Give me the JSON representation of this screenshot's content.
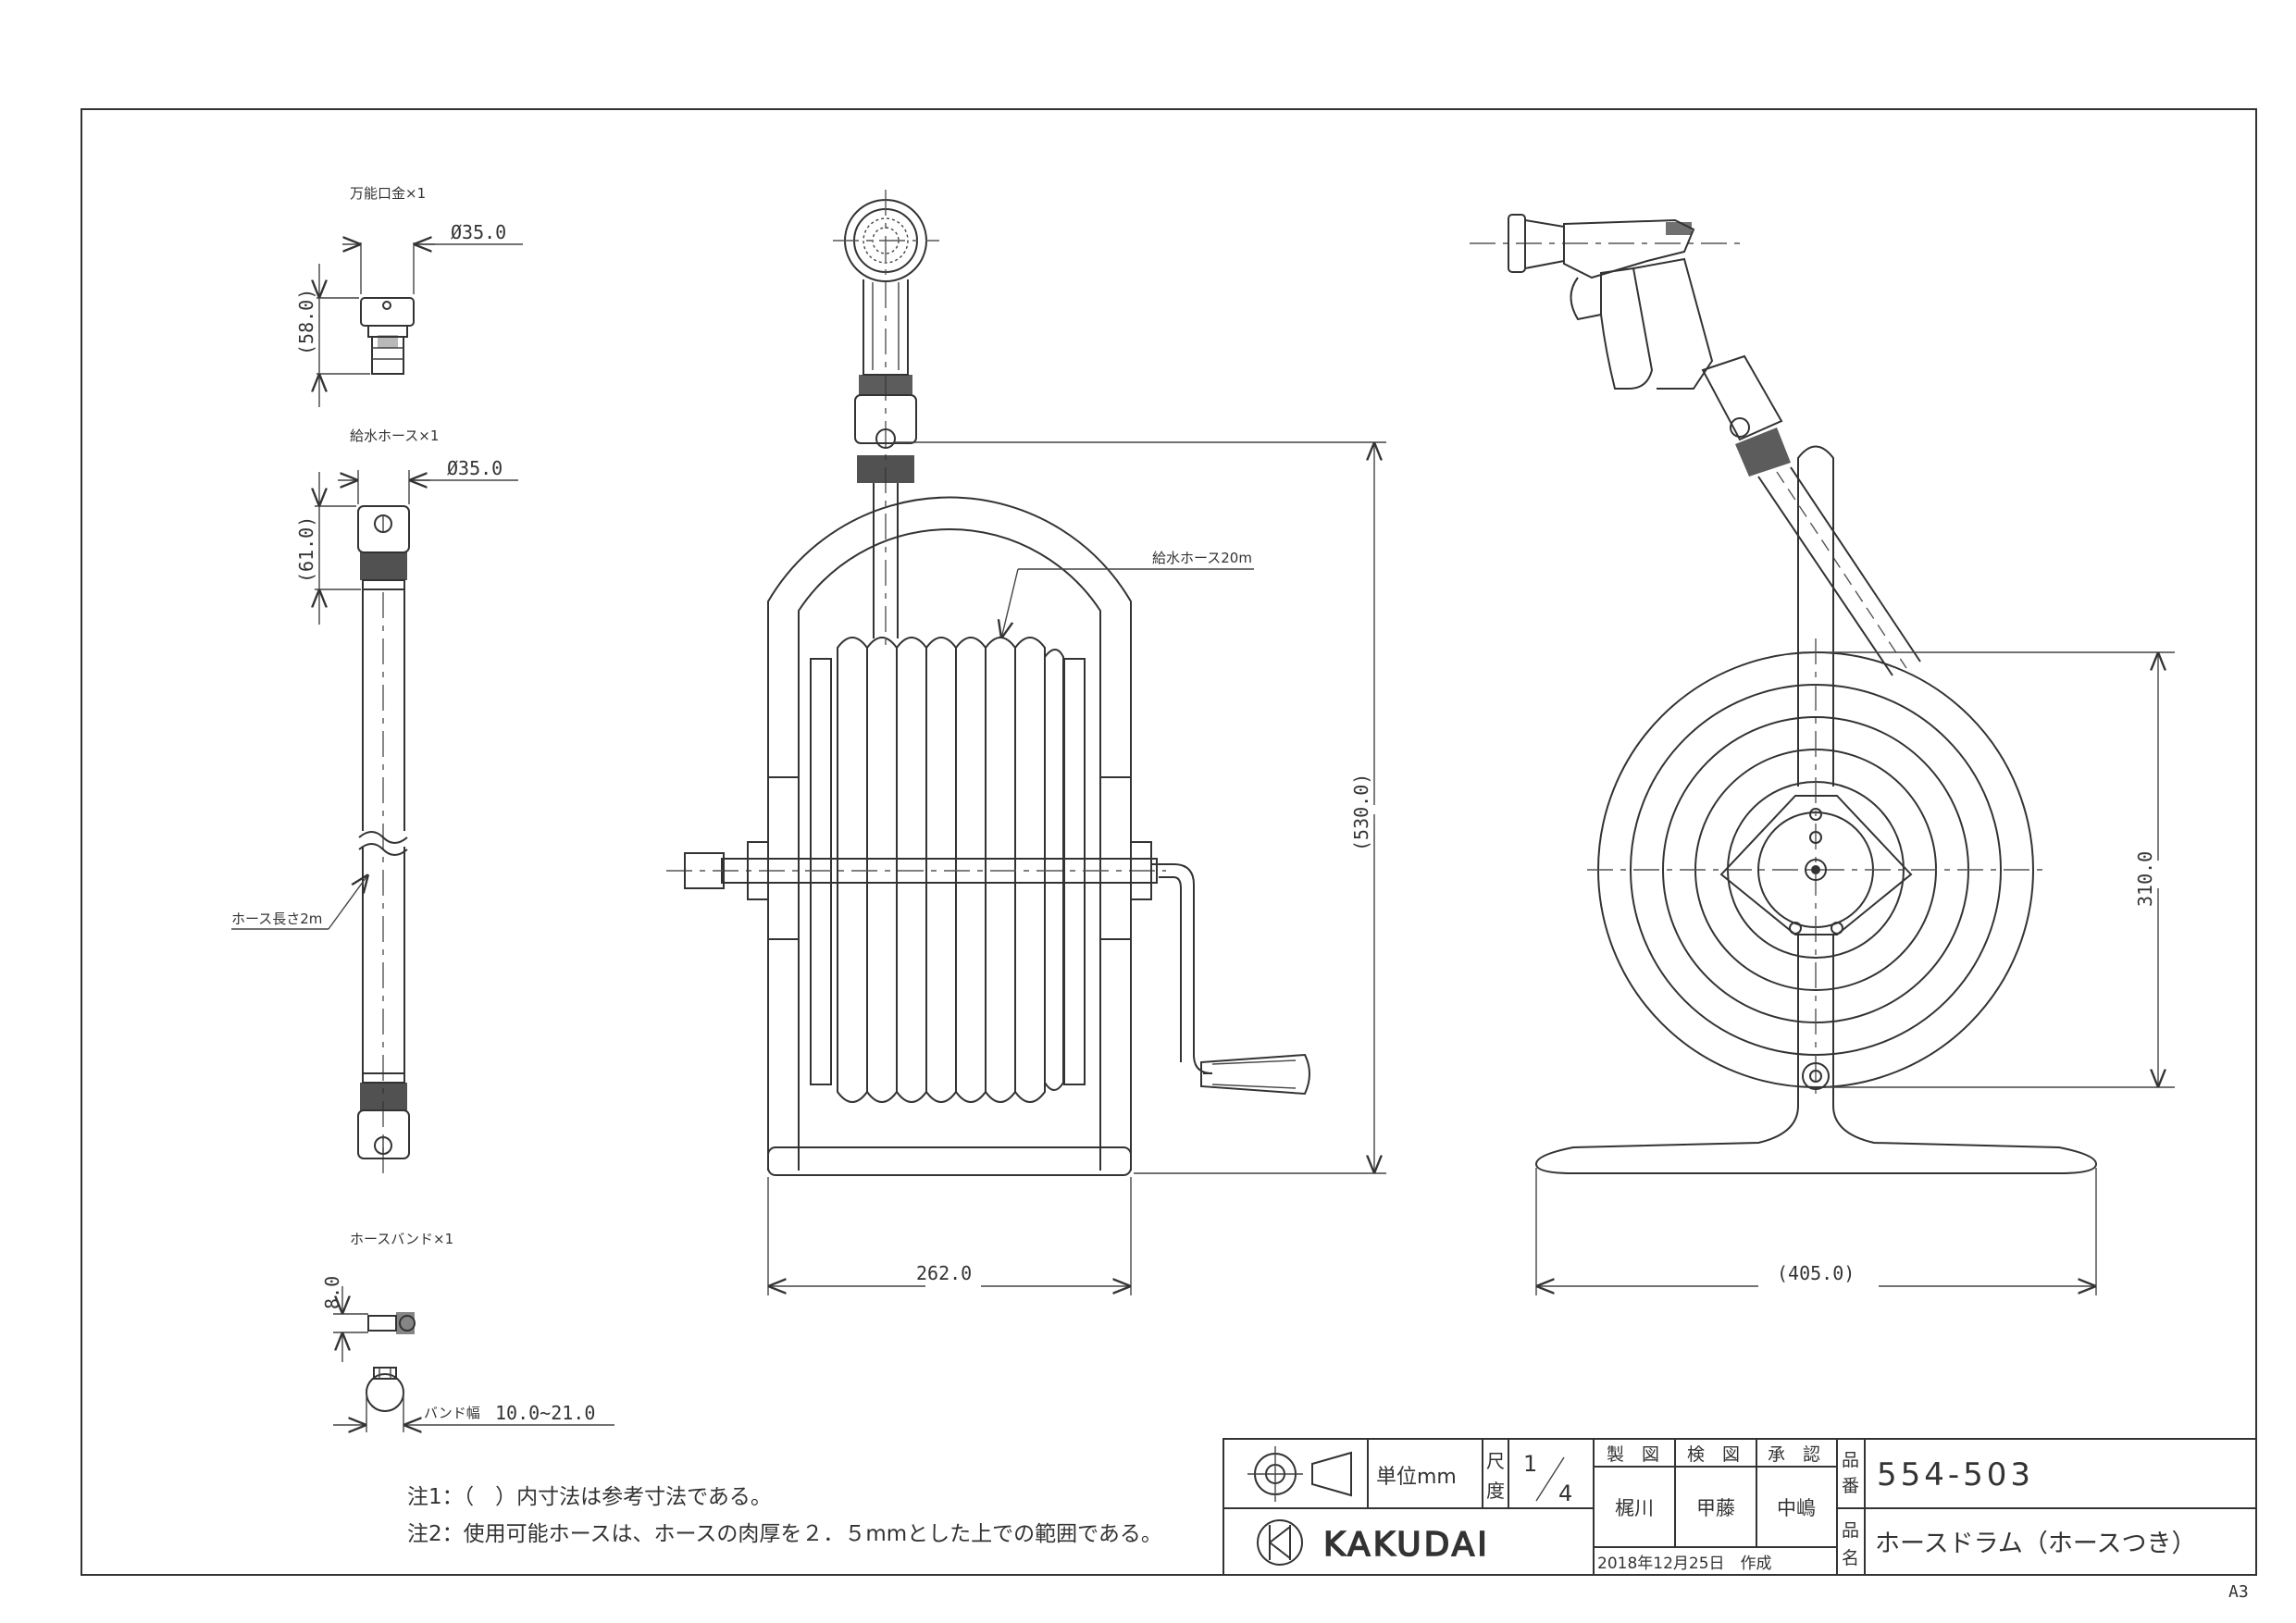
{
  "parts": {
    "fitting": {
      "title": "万能口金×1",
      "diameter": "Ø35.0",
      "height": "(58.0)"
    },
    "hose": {
      "title": "給水ホース×1",
      "diameter": "Ø35.0",
      "height": "(61.0)",
      "length_label": "ホース長さ2m"
    },
    "band": {
      "title": "ホースバンド×1",
      "width": "8.0",
      "range_label": "バンド幅",
      "range_value": "10.0~21.0"
    }
  },
  "front_view": {
    "hose_label": "給水ホース20m",
    "height": "(530.0)",
    "width": "262.0"
  },
  "side_view": {
    "height": "310.0",
    "width": "(405.0)"
  },
  "notes": [
    "注1：（　）内寸法は参考寸法である。",
    "注2：使用可能ホースは、ホースの肉厚を２．５mmとした上での範囲である。"
  ],
  "title_block": {
    "unit_label": "単位mm",
    "scale_label_1": "尺",
    "scale_label_2": "度",
    "scale_num": "1",
    "scale_den": "4",
    "drawn_label": "製　図",
    "checked_label": "検　図",
    "approved_label": "承　認",
    "drawn_by": "梶川",
    "checked_by": "甲藤",
    "approved_by": "中嶋",
    "date": "2018年12月25日　作成",
    "part_no_label_1": "品",
    "part_no_label_2": "番",
    "part_no": "554-503",
    "name_label_1": "品",
    "name_label_2": "名",
    "product_name": "ホースドラム（ホースつき）",
    "brand": "KAKUDAI"
  },
  "sheet_size": "A3"
}
